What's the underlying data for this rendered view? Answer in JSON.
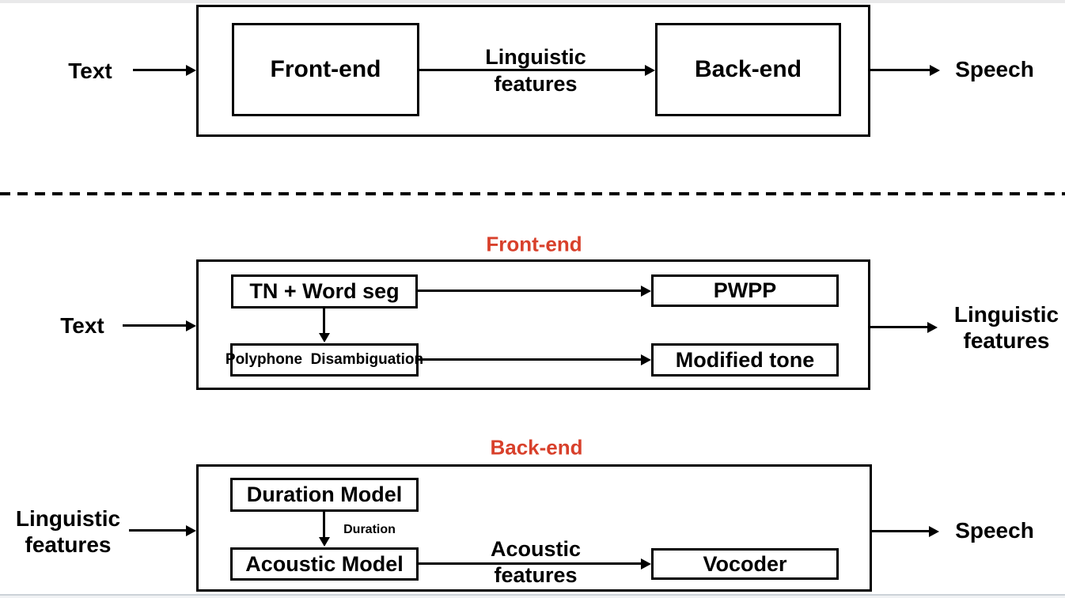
{
  "palette": {
    "accent_red": "#d8402b",
    "line_black": "#000000"
  },
  "overview": {
    "input_label": "Text",
    "frontend_box": "Front-end",
    "arrow_label_line1": "Linguistic",
    "arrow_label_line2": "features",
    "backend_box": "Back-end",
    "output_label": "Speech"
  },
  "frontend_detail": {
    "title": "Front-end",
    "input_label": "Text",
    "tn_word_seg_box": "TN + Word seg",
    "polyphone_box": "Polyphone  Disambiguation",
    "pwpp_box": "PWPP",
    "modified_tone_box": "Modified tone",
    "output_label_line1": "Linguistic",
    "output_label_line2": "features"
  },
  "backend_detail": {
    "title": "Back-end",
    "input_label_line1": "Linguistic",
    "input_label_line2": "features",
    "duration_model_box": "Duration Model",
    "duration_arrow_label": "Duration",
    "acoustic_model_box": "Acoustic Model",
    "acoustic_label_line1": "Acoustic",
    "acoustic_label_line2": "features",
    "vocoder_box": "Vocoder",
    "output_label": "Speech"
  }
}
